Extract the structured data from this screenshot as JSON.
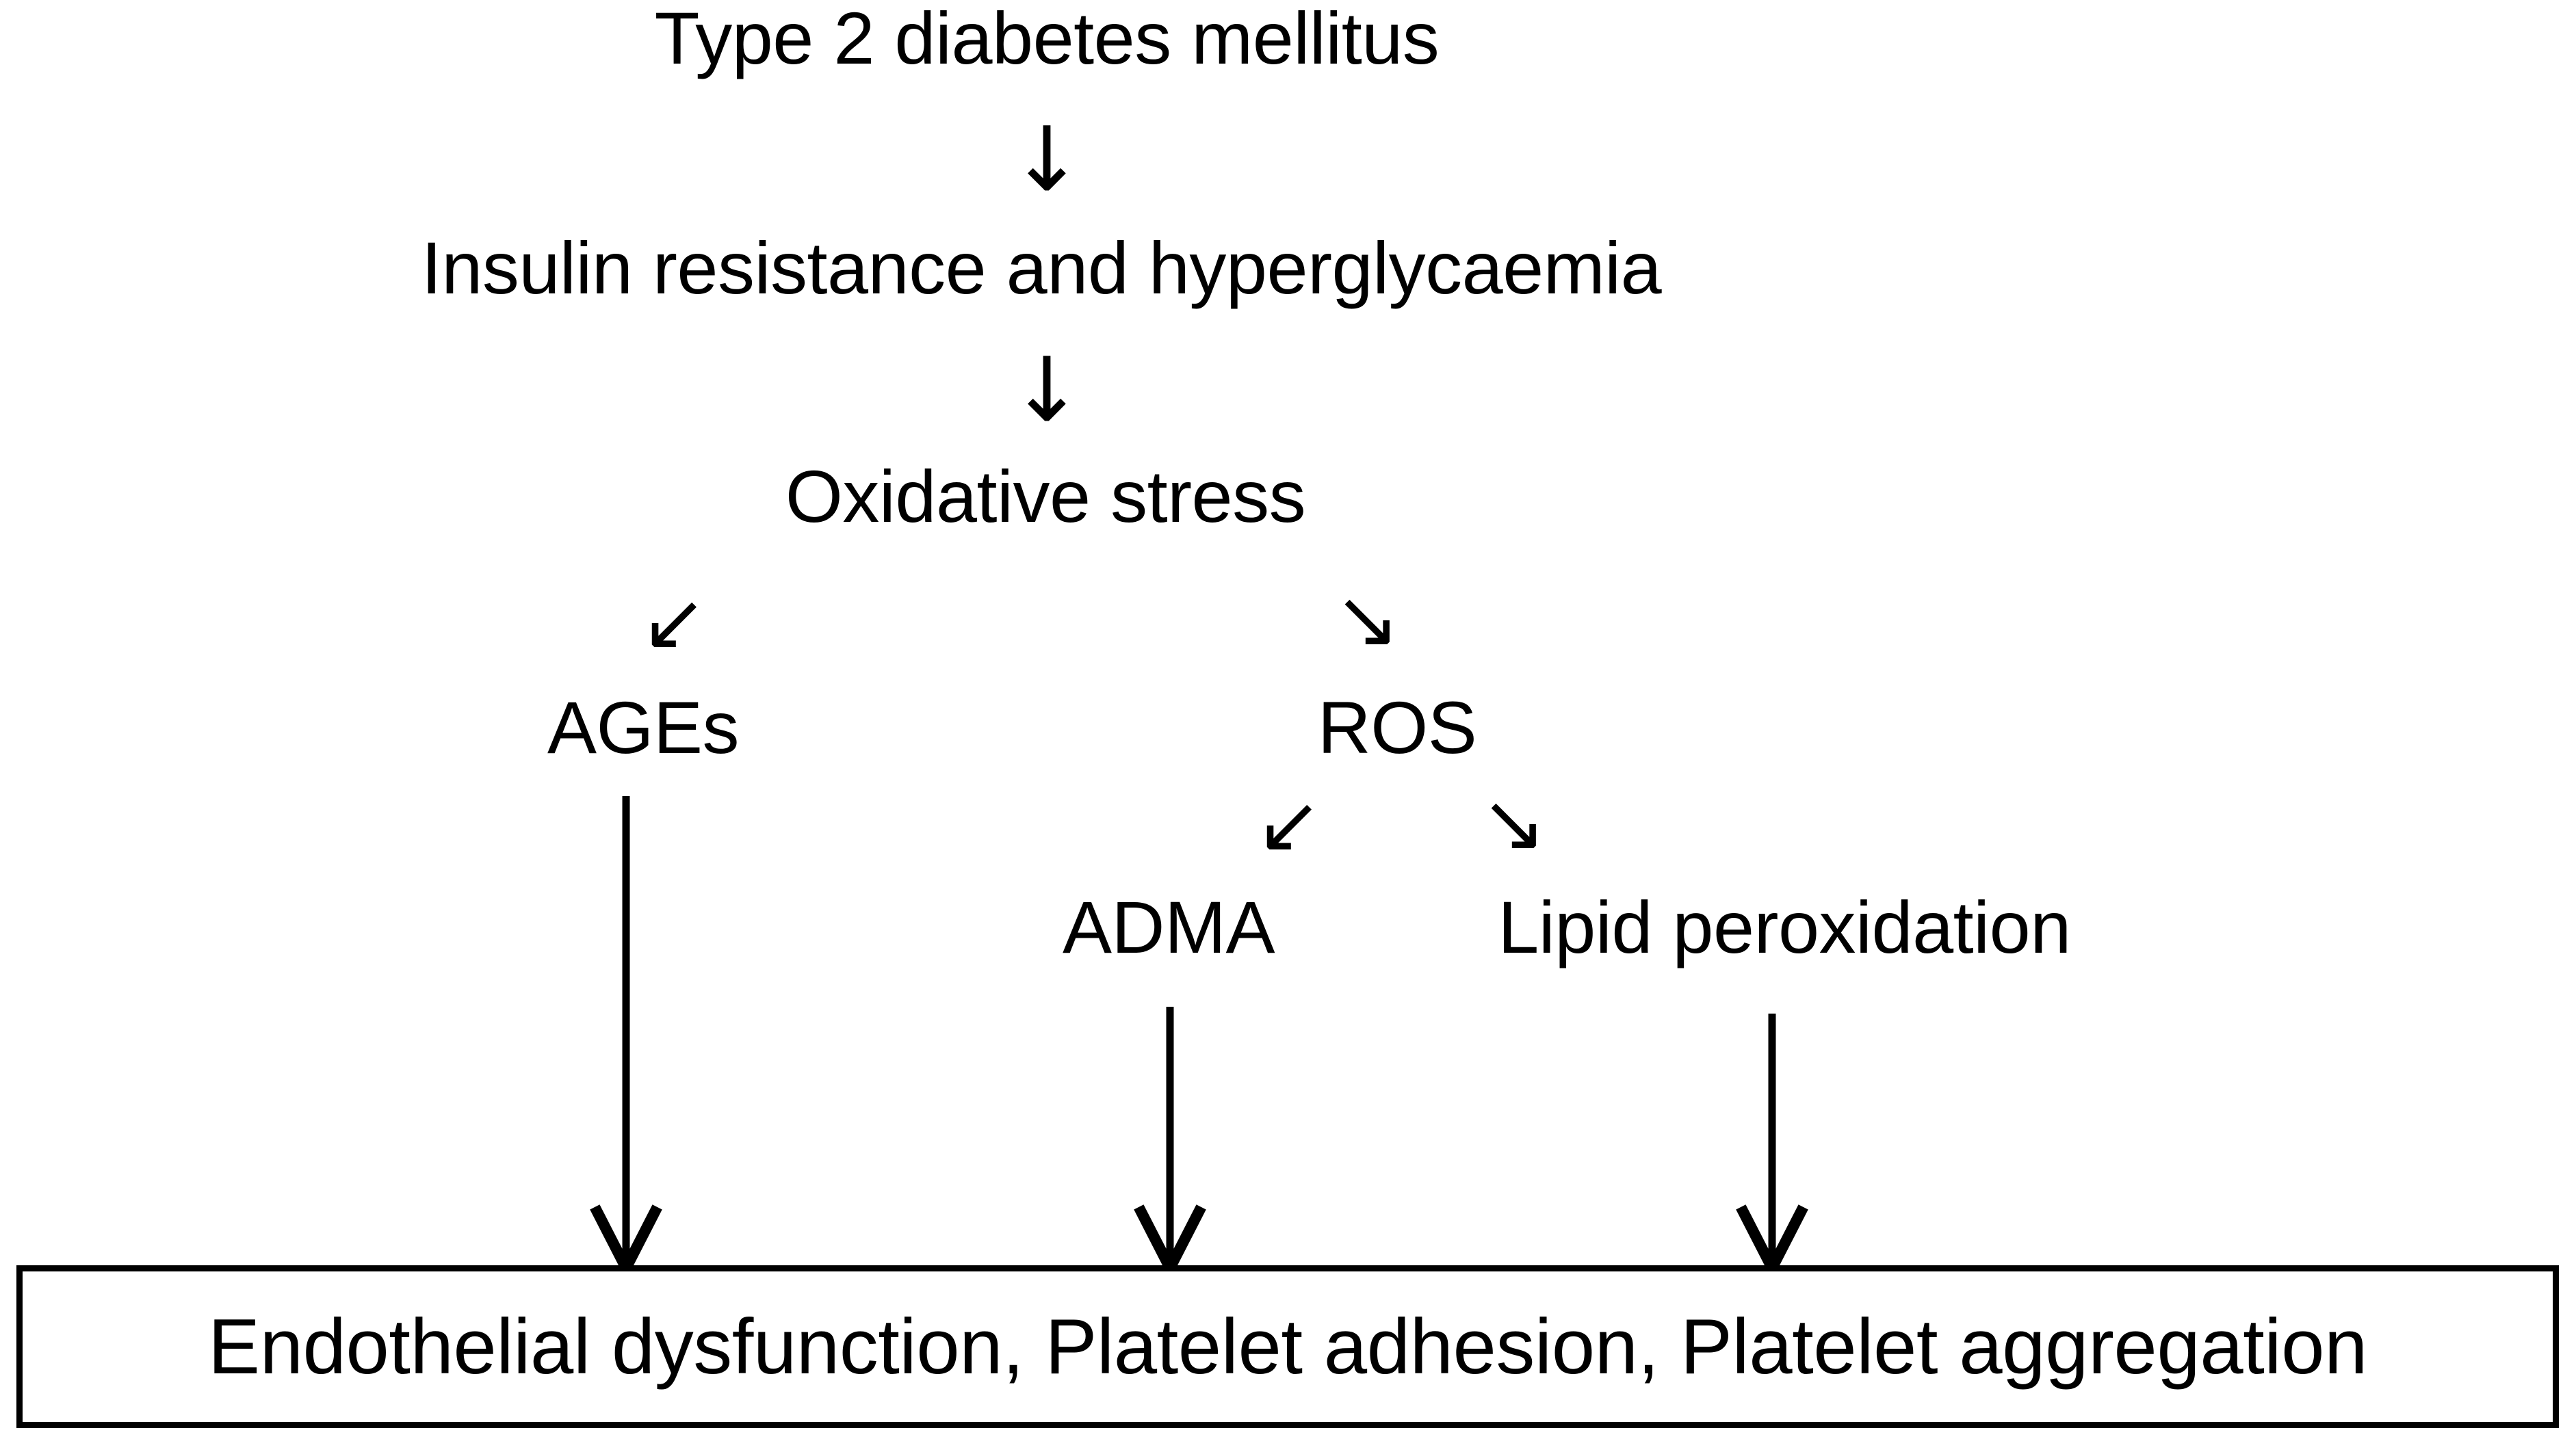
{
  "diagram": {
    "type": "flowchart",
    "title": "Pathophysiological pathway from Type 2 diabetes mellitus to endothelial dysfunction and platelet activation",
    "background_color": "#ffffff",
    "text_color": "#000000",
    "nodes": [
      {
        "id": "t2dm",
        "label": "Type 2 diabetes mellitus",
        "level": 1
      },
      {
        "id": "ir_hg",
        "label": "Insulin resistance and hyperglycaemia",
        "level": 2
      },
      {
        "id": "ox",
        "label": "Oxidative stress",
        "level": 3
      },
      {
        "id": "ages",
        "label": "AGEs",
        "level": 4
      },
      {
        "id": "ros",
        "label": "ROS",
        "level": 4
      },
      {
        "id": "adma",
        "label": "ADMA",
        "level": 5
      },
      {
        "id": "lipid",
        "label": "Lipid peroxidation",
        "level": 5
      },
      {
        "id": "outcome",
        "label": "Endothelial dysfunction, Platelet adhesion, Platelet aggregation",
        "level": 6
      }
    ],
    "edges": [
      {
        "from": "t2dm",
        "to": "ir_hg",
        "glyph": "↓",
        "direction": "down"
      },
      {
        "from": "ir_hg",
        "to": "ox",
        "glyph": "↓",
        "direction": "down"
      },
      {
        "from": "ox",
        "to": "ages",
        "glyph": "↙",
        "direction": "down-left"
      },
      {
        "from": "ox",
        "to": "ros",
        "glyph": "↘",
        "direction": "down-right"
      },
      {
        "from": "ros",
        "to": "adma",
        "glyph": "↙",
        "direction": "down-left"
      },
      {
        "from": "ros",
        "to": "lipid",
        "glyph": "↘",
        "direction": "down-right"
      },
      {
        "from": "ages",
        "to": "outcome",
        "glyph": "↓",
        "direction": "down-long"
      },
      {
        "from": "adma",
        "to": "outcome",
        "glyph": "↓",
        "direction": "down-long"
      },
      {
        "from": "lipid",
        "to": "outcome",
        "glyph": "↓",
        "direction": "down-long"
      }
    ]
  }
}
